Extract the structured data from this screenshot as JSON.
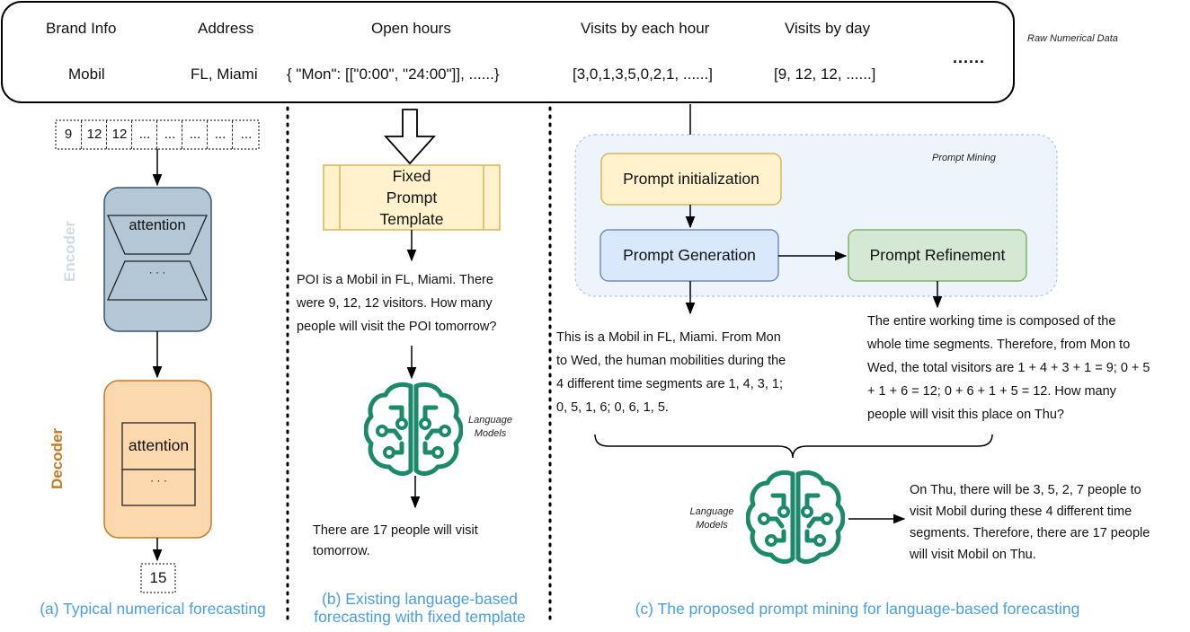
{
  "raw_data": {
    "headers": [
      "Brand Info",
      "Address",
      "Open hours",
      "Visits by each hour",
      "Visits by day"
    ],
    "values": [
      "Mobil",
      "FL, Miami",
      "{ \"Mon\": [[\"0:00\", \"24:00\"]], ......}",
      "[3,0,1,3,5,0,2,1, ......]",
      "[9, 12, 12, ......]"
    ],
    "ellipsis": "......",
    "label": "Raw Numerical Data"
  },
  "panel_a": {
    "input_cells": [
      "9",
      "12",
      "12",
      "...",
      "...",
      "...",
      "...",
      "..."
    ],
    "encoder_label": "Encoder",
    "encoder_attention": "attention",
    "encoder_dots": "· · ·",
    "decoder_label": "Decoder",
    "decoder_attention": "attention",
    "decoder_dots": "· · ·",
    "output": "15",
    "caption": "(a) Typical numerical forecasting"
  },
  "panel_b": {
    "template_lines": [
      "Fixed",
      "Prompt",
      "Template"
    ],
    "prompt_lines": [
      "POI is a Mobil in FL, Miami. There",
      "were 9, 12, 12 visitors. How many",
      "people will visit the POI tomorrow?"
    ],
    "lm_label_lines": [
      "Language",
      "Models"
    ],
    "answer_lines": [
      "There are 17 people will visit",
      "tomorrow."
    ],
    "caption_lines": [
      "(b) Existing language-based",
      "forecasting with fixed template"
    ]
  },
  "panel_c": {
    "mining_label": "Prompt Mining",
    "init": "Prompt initialization",
    "generation": "Prompt Generation",
    "refinement": "Prompt Refinement",
    "gen_text_lines": [
      "This is a Mobil in FL, Miami. From Mon",
      "to Wed, the human mobilities during the",
      "4 different time segments are 1, 4, 3, 1;",
      "0, 5, 1, 6; 0, 6, 1, 5."
    ],
    "ref_text_lines": [
      "The entire working time is composed of the",
      "whole time segments. Therefore, from Mon to",
      "Wed, the total visitors are 1 + 4 + 3 + 1 = 9; 0 + 5",
      "+ 1 + 6 = 12; 0 + 6 + 1 + 5 = 12. How many",
      "people will visit this place on Thu?"
    ],
    "lm_label_lines": [
      "Language",
      "Models"
    ],
    "answer_lines": [
      "On Thu, there will be 3, 5, 2, 7 people to",
      "visit Mobil during these 4 different time",
      "segments. Therefore, there are 17 people",
      "will visit Mobil on Thu."
    ],
    "caption": "(c) The proposed prompt mining for language-based forecasting"
  },
  "colors": {
    "caption": "#4a9fe0",
    "brain": "#1a8a6a",
    "encoder_fill": "#b3c7d6",
    "decoder_fill": "#fbd8ae",
    "init_fill": "#fff2cc",
    "generation_fill": "#dae8fc",
    "refinement_fill": "#d5e8d4",
    "mining_fill": "#eef4fc"
  },
  "icons": [
    "brain-circuit-icon"
  ]
}
